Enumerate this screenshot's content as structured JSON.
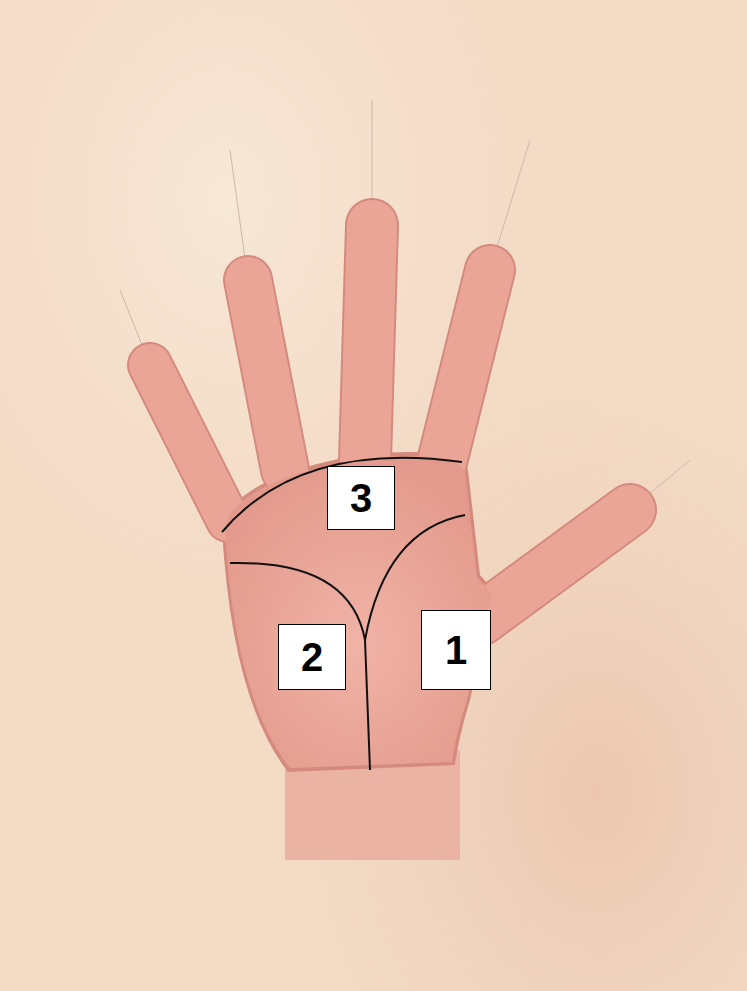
{
  "diagram": {
    "nodes": [
      {
        "text": [
          "3"
        ]
      },
      {
        "text": [
          "2"
        ]
      },
      {
        "text": [
          "1"
        ]
      }
    ]
  }
}
